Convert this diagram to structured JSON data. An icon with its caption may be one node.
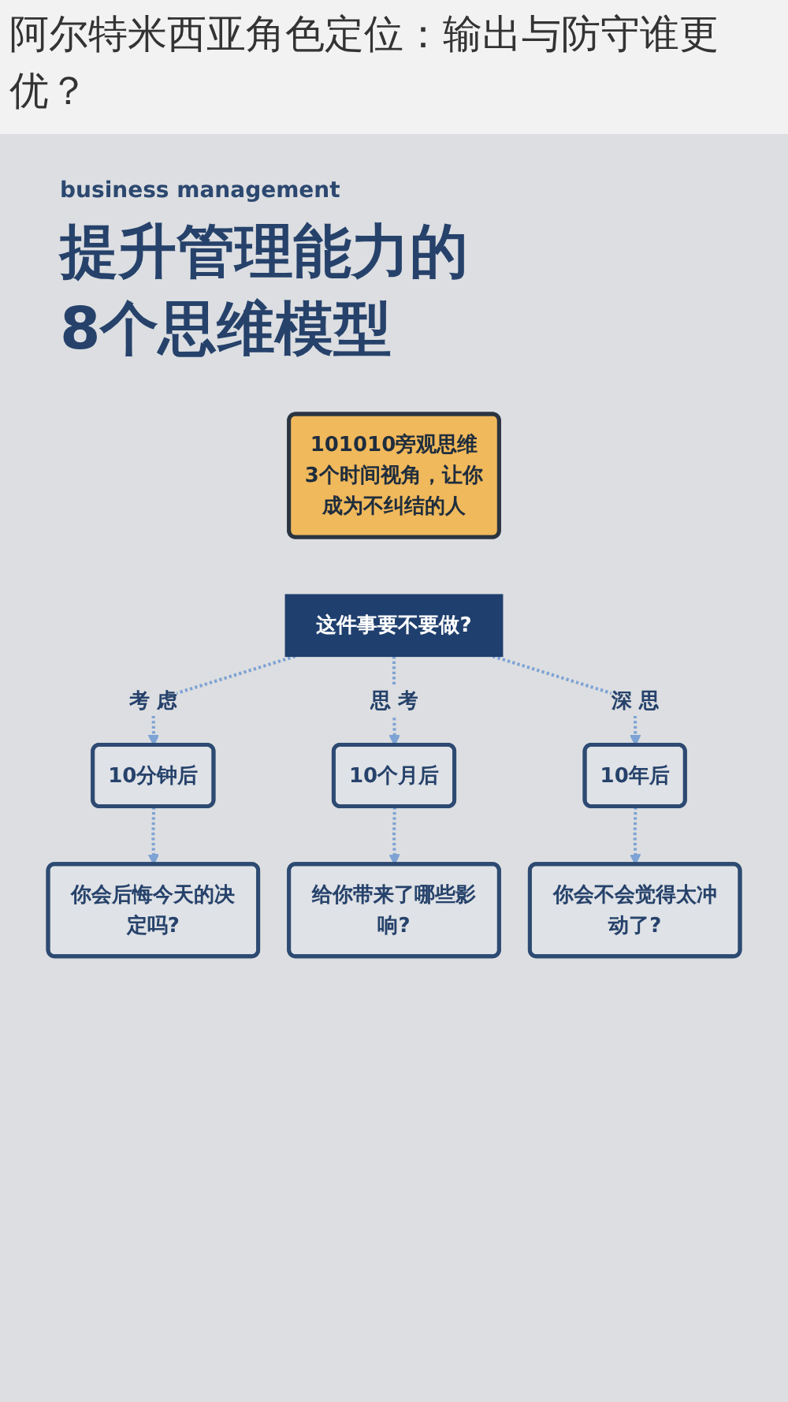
{
  "diagram": {
    "title": "阿尔特米西亚角色定位：输出与防守谁更优？",
    "nodes": [
      {
        "text": [
          "101010旁观思维",
          "3个时间视角，让你成为不纠结的人"
        ]
      },
      {
        "text": [
          "这件事要不要做?"
        ]
      },
      {
        "text": [
          "10分钟后"
        ]
      },
      {
        "text": [
          "10个月后"
        ]
      },
      {
        "text": [
          "10年后"
        ]
      },
      {
        "text": [
          "你会后悔今天的决定吗?"
        ]
      },
      {
        "text": [
          "给你带来了哪些影响?"
        ]
      },
      {
        "text": [
          "你会不会觉得太冲动了?"
        ]
      }
    ],
    "edges": [
      {
        "from": 1,
        "to": 2,
        "arrow": "to",
        "label": "考 虑",
        "style": "dashed"
      },
      {
        "from": 1,
        "to": 3,
        "arrow": "to",
        "label": "思 考",
        "style": "dashed"
      },
      {
        "from": 1,
        "to": 4,
        "arrow": "to",
        "label": "深 思",
        "style": "dashed"
      },
      {
        "from": 2,
        "to": 5,
        "arrow": "to",
        "style": "dashed"
      },
      {
        "from": 3,
        "to": 6,
        "arrow": "to",
        "style": "dashed"
      },
      {
        "from": 4,
        "to": 7,
        "arrow": "to",
        "style": "dashed"
      }
    ],
    "labels": [
      "business management",
      "提升管理能力的8个思维模型"
    ]
  }
}
